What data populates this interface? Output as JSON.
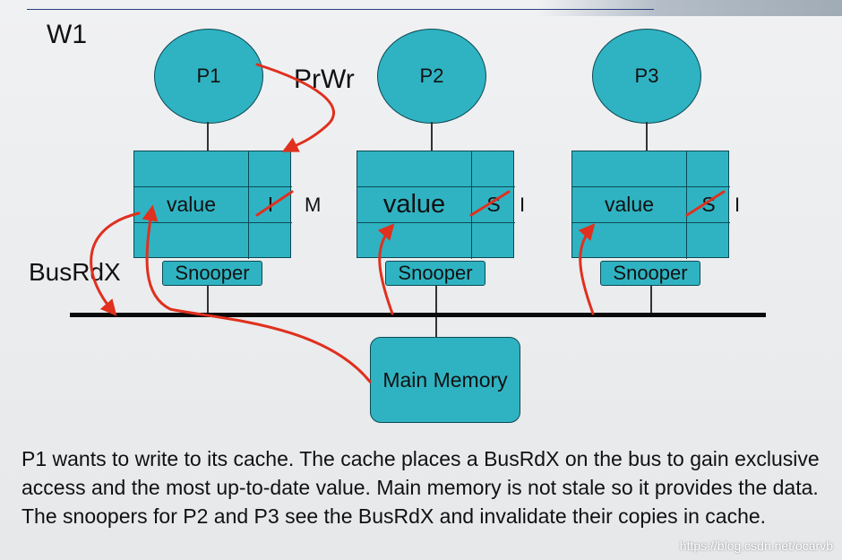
{
  "slide": {
    "label": "W1"
  },
  "processors": [
    {
      "name": "P1",
      "value": "value",
      "state_old": "I",
      "state_new": "M"
    },
    {
      "name": "P2",
      "value": "value",
      "state_old": "S",
      "state_new": "I"
    },
    {
      "name": "P3",
      "value": "value",
      "state_old": "S",
      "state_new": "I"
    }
  ],
  "snooper_label": "Snooper",
  "memory_label": "Main Memory",
  "annotations": {
    "prwr": "PrWr",
    "busrdx": "BusRdX"
  },
  "caption": "P1 wants to write to its cache. The cache places a BusRdX on the bus to gain exclusive access and the most up-to-date value. Main memory is not stale so it provides the data. The snoopers for P2 and P3 see the BusRdX and invalidate their copies in cache.",
  "watermark": "https://blog.csdn.net/ocarvb",
  "colors": {
    "component_fill": "#2fb3c2",
    "arrow": "#e0301e",
    "bus": "#0a0a0a"
  }
}
